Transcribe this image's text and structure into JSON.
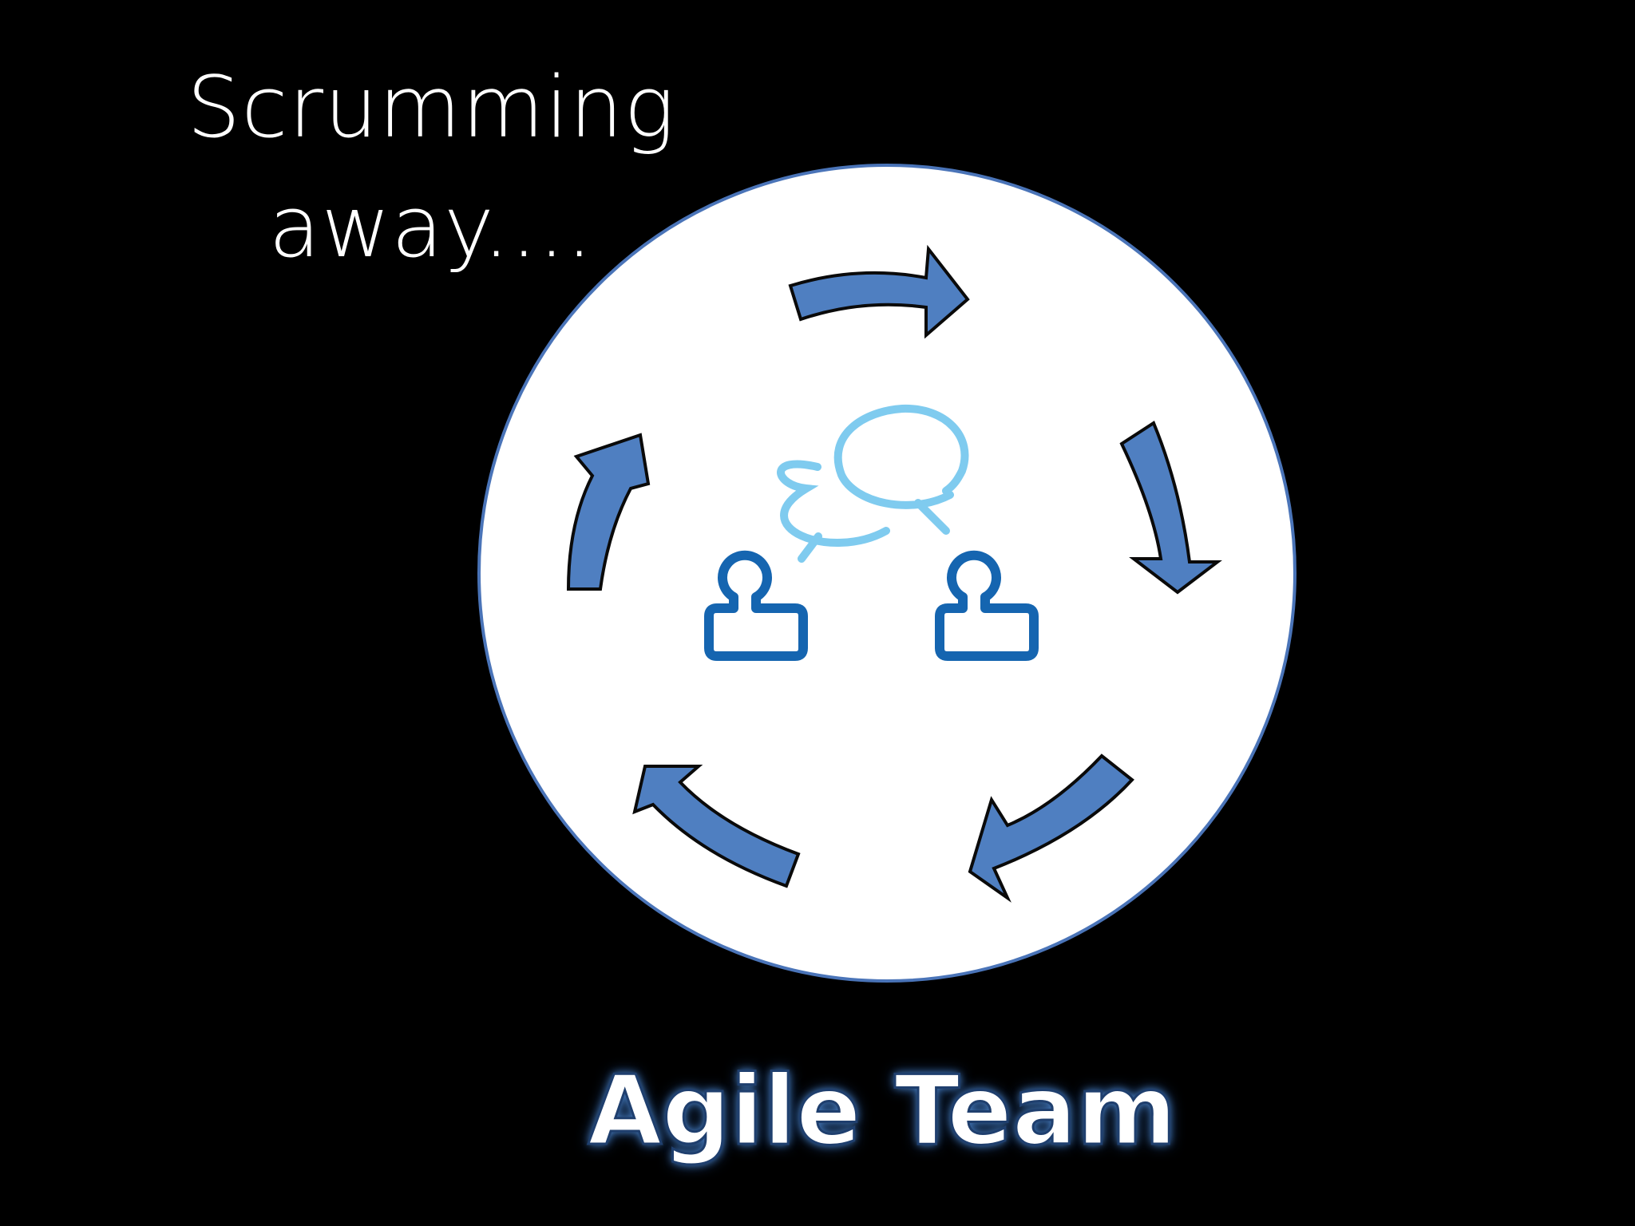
{
  "caption": {
    "line1": "Scrumming",
    "line2": "away...."
  },
  "title": "Agile Team",
  "colors": {
    "background": "#000000",
    "circle_fill": "#ffffff",
    "circle_stroke": "#4a74b8",
    "arrow_fill": "#4f7fc1",
    "arrow_stroke": "#0a0a0a",
    "person_stroke": "#1565b0",
    "bubble_stroke": "#7fcbef"
  },
  "icons": {
    "cycle": "cycle-arrows-icon",
    "people": "two-people-icon",
    "chat": "chat-bubbles-icon"
  }
}
